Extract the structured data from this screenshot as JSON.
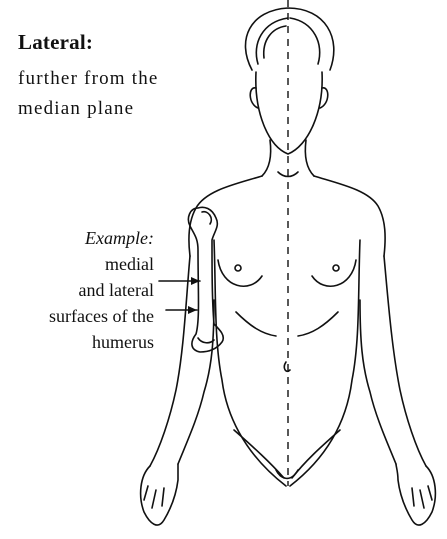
{
  "heading": "Lateral:",
  "definition": {
    "line1": "further from the",
    "line2": "median plane"
  },
  "example": {
    "label": "Example:",
    "line1": "medial",
    "line2": "and lateral",
    "line3": "surfaces of the",
    "line4": "humerus"
  },
  "colors": {
    "ink": "#111111",
    "background": "#ffffff"
  }
}
